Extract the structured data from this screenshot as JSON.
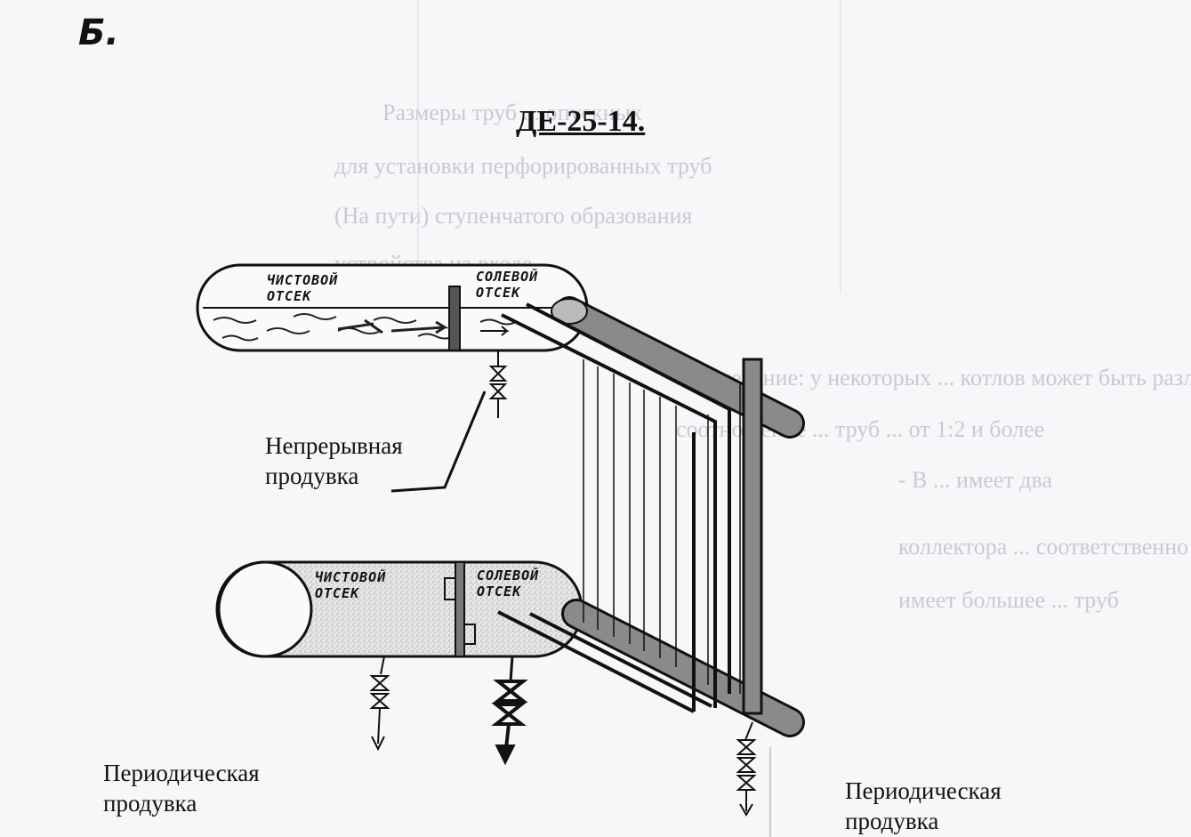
{
  "figure": {
    "letter": "Б.",
    "title": "ДЕ-25-14."
  },
  "upper_drum": {
    "clean_compartment": "ЧИСТОВОЙ ОТСЕК",
    "salt_compartment": "СОЛЕВОЙ ОТСЕК"
  },
  "lower_drum": {
    "clean_compartment": "ЧИСТОВОЙ ОТСЕК",
    "salt_compartment": "СОЛЕВОЙ ОТСЕК"
  },
  "labels": {
    "continuous_blowdown_1": "Непрерывная",
    "continuous_blowdown_2": "продувка",
    "periodic_left_1": "Периодическая",
    "periodic_left_2": "продувка",
    "periodic_right_1": "Периодическая",
    "periodic_right_2": "продувка"
  },
  "background_text": {
    "line1": "Размеры труб ... опускных",
    "line2": "для установки перфорированных труб",
    "line3": "(На пути) ступенчатого образования",
    "line4": "устройства на входе",
    "line5": "Примечание: у некоторых ... котлов может быть различно",
    "line6": "соотношение ... труб ... от 1:2 и более",
    "line7": "- В ... имеет два",
    "line8": "коллектора ... соответственно",
    "line9": "имеет большее ... труб"
  },
  "colors": {
    "ink": "#111111",
    "tube_fill": "#8a8a8a",
    "drum_stipple": "#d4d4d4"
  }
}
